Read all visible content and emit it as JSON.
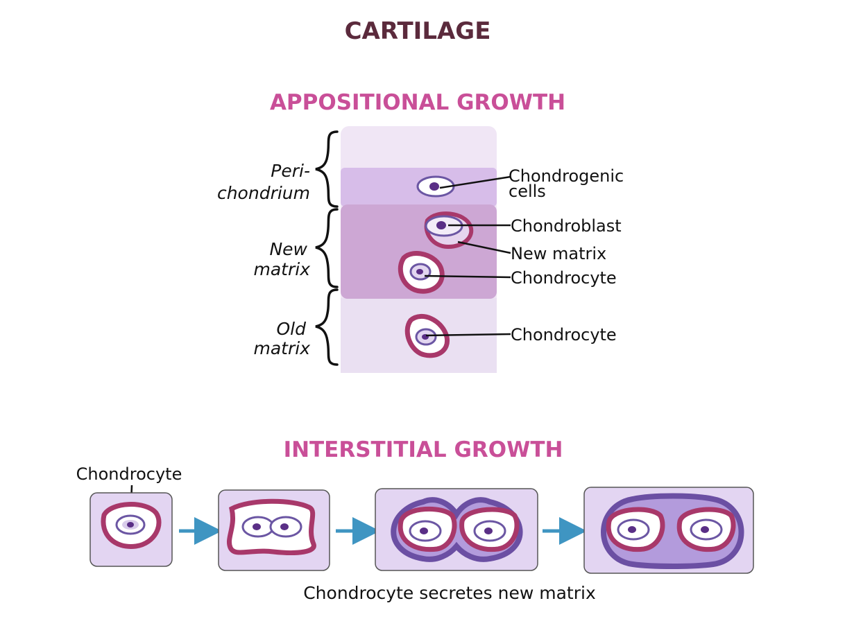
{
  "title": "CARTILAGE",
  "appositional": {
    "heading": "APPOSITIONAL GROWTH",
    "brace_labels": {
      "perichondrium_line1": "Peri-",
      "perichondrium_line2": "chondrium",
      "new_matrix_line1": "New",
      "new_matrix_line2": "matrix",
      "old_matrix_line1": "Old",
      "old_matrix_line2": "matrix"
    },
    "callouts": {
      "chondrogenic_line1": "Chondrogenic",
      "chondrogenic_line2": "cells",
      "chondroblast": "Chondroblast",
      "new_matrix": "New matrix",
      "chondrocyte_1": "Chondrocyte",
      "chondrocyte_2": "Chondrocyte"
    }
  },
  "interstitial": {
    "heading": "INTERSTITIAL GROWTH",
    "chondrocyte_label": "Chondrocyte",
    "caption": "Chondrocyte secretes new matrix"
  },
  "colors": {
    "title": "#5b2a3c",
    "heading": "#c94f98",
    "matrix_purple": "#7b5aa6",
    "lacuna_border": "#a8386a",
    "arrow": "#3f95c2"
  }
}
